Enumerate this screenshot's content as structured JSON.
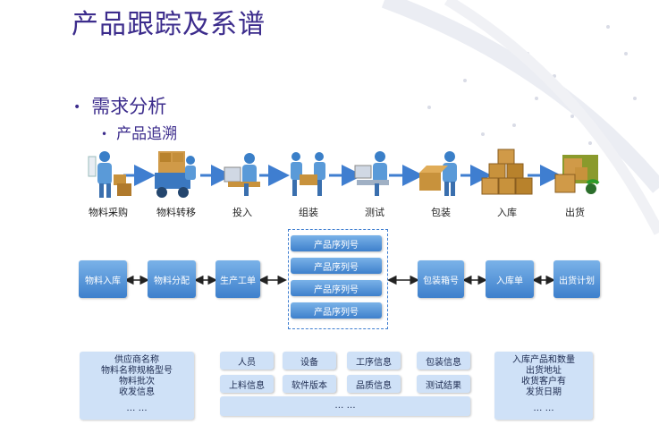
{
  "title": "产品跟踪及系谱",
  "bullets": {
    "level1": "需求分析",
    "level2": "产品追溯"
  },
  "stages": [
    "物料采购",
    "物料转移",
    "投入",
    "组装",
    "测试",
    "包装",
    "入库",
    "出货"
  ],
  "flow_boxes": {
    "material_in": "物料入库",
    "material_alloc": "物料分配",
    "work_order": "生产工单",
    "serials": [
      "产品序列号",
      "产品序列号",
      "产品序列号",
      "产品序列号"
    ],
    "package_box": "包装箱号",
    "stock_in": "入库单",
    "ship_plan": "出货计划"
  },
  "info_left": [
    "供应商名称",
    "物料名称规格型号",
    "物料批次",
    "收发信息",
    "… …"
  ],
  "info_mid": [
    "人员",
    "设备",
    "工序信息",
    "包装信息",
    "上料信息",
    "软件版本",
    "品质信息",
    "测试结果",
    "… …"
  ],
  "info_right": [
    "入库产品和数量",
    "出货地址",
    "收货客户有",
    "发货日期",
    "… …"
  ],
  "colors": {
    "title": "#3c2c8c",
    "box": "#4a8ad4",
    "light": "#cfe1f7",
    "arrow": "#3f7ed0"
  }
}
